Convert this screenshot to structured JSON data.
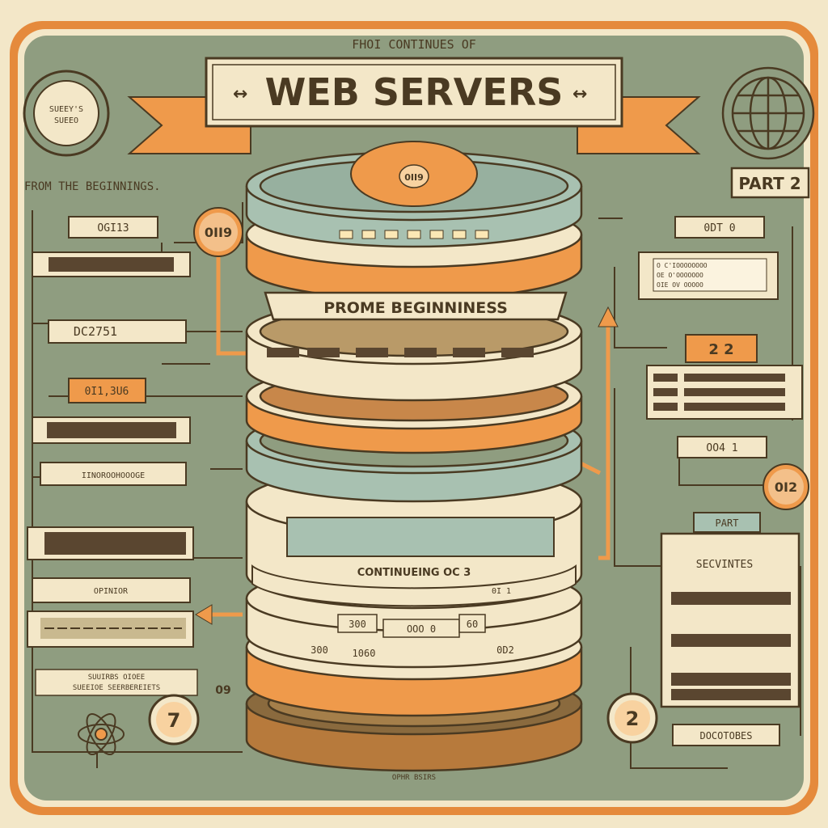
{
  "poster": {
    "title": "WEB SERVERS",
    "kicker": "FHOI CONTINUES OF",
    "part_label": "PART 2",
    "subtitle": "FROM THE BEGINNINGS.",
    "banner_middle": "PROME BEGINNINESS",
    "center_disc": "0II9",
    "seal_text_1": "SUEEY'S",
    "seal_text_2": "SUEEO",
    "footer_small": "OPHR BSIRS"
  },
  "left_labels": [
    "OGI13",
    "DC2751",
    "0I1,3U6",
    "IINOROOHOOOGE",
    "OPINIOR"
  ],
  "left_notes": [
    "SUUIRBS  OIOEE",
    "SUEEIOE  SEERBEREIETS"
  ],
  "left_badges": [
    "0II9",
    "7"
  ],
  "right_labels": [
    "0DT 0",
    "2 2",
    "OO4 1",
    "PART",
    "SECVINTES",
    "DOCOTOBES"
  ],
  "right_note_lines": [
    "O    C'IOOOOOOOO",
    "OE   O'OOOOOOO",
    "OIE  OV OOOOO"
  ],
  "right_badges": [
    "0I2",
    "2"
  ],
  "stack_texts": {
    "continuing": "CONTINUEING  OC 3",
    "layer_cells": [
      "300",
      "OOO  0",
      "60"
    ],
    "lower_cells": [
      "300",
      "1060",
      "0D2"
    ],
    "ring_small": "0I 1",
    "side_tag": "09"
  },
  "colors": {
    "background": "#8f9d80",
    "frame": "#e58a3c",
    "cream": "#f3e7c8",
    "ink": "#4a3a22",
    "orange": "#ef9a4b",
    "teal": "#a8c1b1",
    "brown": "#8a6a3e"
  }
}
